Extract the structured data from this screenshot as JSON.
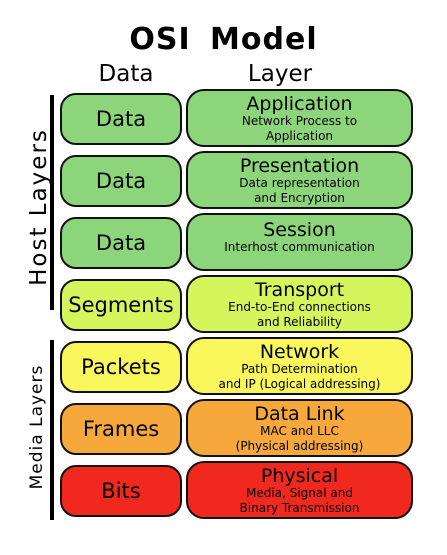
{
  "title": "OSI  Model",
  "headers": {
    "data": "Data",
    "layer": "Layer"
  },
  "groups": {
    "host": "Host Layers",
    "media": "Media Layers"
  },
  "colors": {
    "green": "#8cd57a",
    "lightgreen": "#d4f55c",
    "yellow": "#f9f75b",
    "orange": "#f7a83b",
    "red": "#f1281d"
  },
  "rows": [
    {
      "data": "Data",
      "name": "Application",
      "desc": [
        "Network Process to",
        "Application"
      ],
      "color": "#8cd57a"
    },
    {
      "data": "Data",
      "name": "Presentation",
      "desc": [
        "Data representation",
        "and Encryption"
      ],
      "color": "#8cd57a"
    },
    {
      "data": "Data",
      "name": "Session",
      "desc": [
        "Interhost communication",
        ""
      ],
      "color": "#8cd57a"
    },
    {
      "data": "Segments",
      "name": "Transport",
      "desc": [
        "End-to-End connections",
        "and Reliability"
      ],
      "color": "#d4f55c"
    },
    {
      "data": "Packets",
      "name": "Network",
      "desc": [
        "Path Determination",
        "and IP (Logical addressing)"
      ],
      "color": "#f9f75b"
    },
    {
      "data": "Frames",
      "name": "Data Link",
      "desc": [
        "MAC and LLC",
        "(Physical addressing)"
      ],
      "color": "#f7a83b"
    },
    {
      "data": "Bits",
      "name": "Physical",
      "desc": [
        "Media, Signal and",
        "Binary Transmission"
      ],
      "color": "#f1281d"
    }
  ]
}
